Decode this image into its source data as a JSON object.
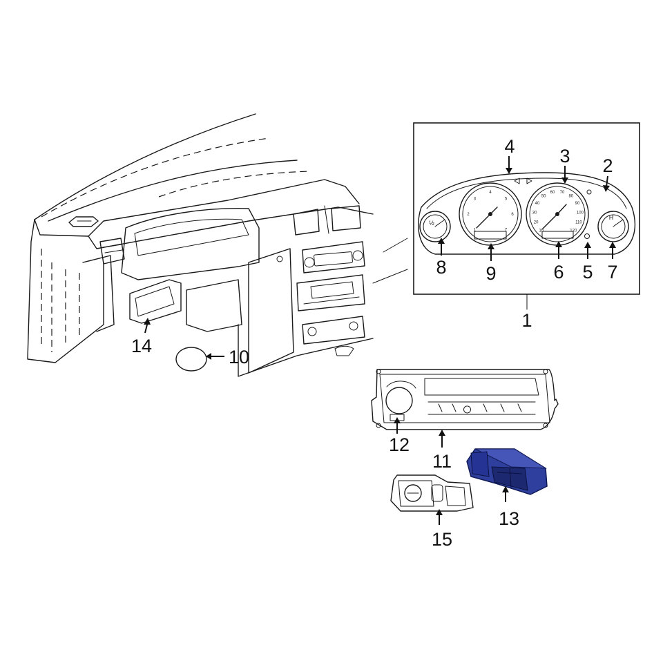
{
  "diagram": {
    "callouts": [
      {
        "id": "1",
        "label": "1"
      },
      {
        "id": "2",
        "label": "2"
      },
      {
        "id": "3",
        "label": "3"
      },
      {
        "id": "4",
        "label": "4"
      },
      {
        "id": "5",
        "label": "5"
      },
      {
        "id": "6",
        "label": "6"
      },
      {
        "id": "7",
        "label": "7"
      },
      {
        "id": "8",
        "label": "8"
      },
      {
        "id": "9",
        "label": "9"
      },
      {
        "id": "10",
        "label": "10"
      },
      {
        "id": "11",
        "label": "11"
      },
      {
        "id": "12",
        "label": "12"
      },
      {
        "id": "13",
        "label": "13"
      },
      {
        "id": "14",
        "label": "14"
      },
      {
        "id": "15",
        "label": "15"
      }
    ],
    "speedometer_ticks": [
      "10",
      "20",
      "30",
      "40",
      "50",
      "60",
      "70",
      "80",
      "90",
      "100",
      "110",
      "120"
    ],
    "tachometer_ticks": [
      "1",
      "2",
      "3",
      "4",
      "5",
      "6",
      "7"
    ],
    "temp_gauge_label": "H",
    "fuel_gauge_label": "½",
    "colors": {
      "line": "#1a1a1a",
      "highlight_part": "#2f3f9e",
      "highlight_dark": "#1c2870",
      "background": "#ffffff"
    }
  }
}
